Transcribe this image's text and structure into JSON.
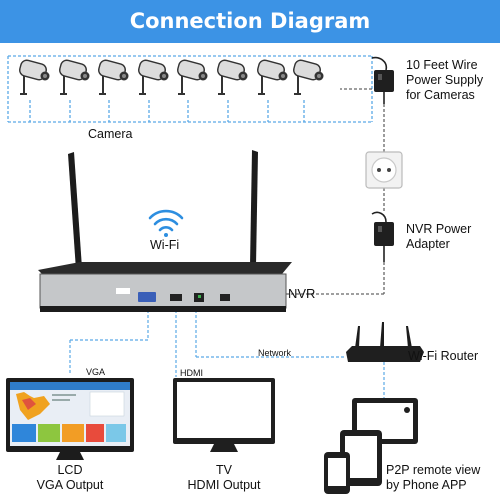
{
  "header": {
    "title": "Connection Diagram"
  },
  "colors": {
    "banner": "#3c93e5",
    "link_line": "#5aa9e6",
    "power_line": "#666666",
    "device": "#1a1a1a",
    "wifi": "#2d8ee0"
  },
  "cameras": {
    "count": 8,
    "label": "Camera",
    "icon": "bullet-camera-icon"
  },
  "power_supply": {
    "line1": "10 Feet Wire",
    "line2": "Power Supply",
    "line3": "for Cameras",
    "icon": "power-adapter-icon"
  },
  "wall_outlet": {
    "icon": "wall-outlet-icon"
  },
  "nvr_adapter": {
    "line1": "NVR Power",
    "line2": "Adapter",
    "icon": "power-adapter-icon"
  },
  "wifi": {
    "label": "Wi-Fi",
    "icon": "wifi-icon"
  },
  "nvr": {
    "label": "NVR",
    "icon": "nvr-icon"
  },
  "network": {
    "label": "Network"
  },
  "router": {
    "label": "Wi-Fi Router",
    "icon": "router-icon"
  },
  "lcd": {
    "port": "VGA",
    "line1": "LCD",
    "line2": "VGA Output",
    "icon": "lcd-monitor-icon"
  },
  "tv": {
    "port": "HDMI",
    "line1": "TV",
    "line2": "HDMI Output",
    "icon": "tv-icon"
  },
  "p2p": {
    "line1": "P2P remote view",
    "line2": "by Phone APP",
    "icon": "devices-icon"
  }
}
